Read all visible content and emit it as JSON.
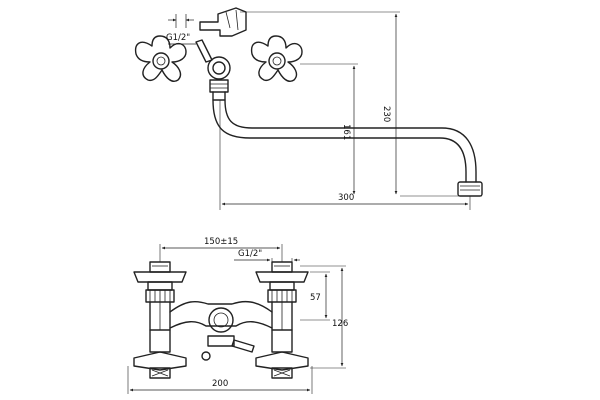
{
  "dimensions": {
    "thread_top": "G1/2\"",
    "height_total": "230",
    "height_spout": "161",
    "reach": "300",
    "centers": "150±15",
    "thread_bottom": "G1/2\"",
    "height_small": "57",
    "height_body": "126",
    "width": "200"
  }
}
